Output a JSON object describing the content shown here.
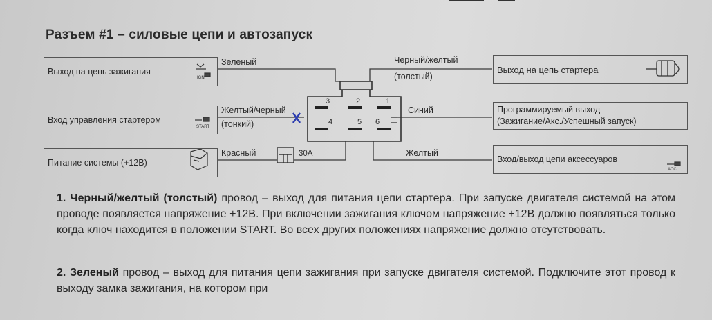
{
  "section_title": "Разъем #1 – силовые цепи и автозапуск",
  "boxes": {
    "ignition_out": "Выход на цепь зажигания",
    "starter_ctrl_in": "Вход управления стартером",
    "power": "Питание системы (+12В)",
    "starter_out": "Выход на цепь стартера",
    "prog_out_1": "Программируемый выход",
    "prog_out_2": "(Зажигание/Акс./Успешный запуск)",
    "acc_out": "Вход/выход цепи аксессуаров"
  },
  "small_labels": {
    "ign": "IGN",
    "start": "START",
    "acc": "ACC"
  },
  "wires": {
    "green": "Зеленый",
    "yellow_black_1": "Желтый/черный",
    "yellow_black_2": "(тонкий)",
    "red": "Красный",
    "fuse": "30А",
    "black_yellow_1": "Черный/желтый",
    "black_yellow_2": "(толстый)",
    "blue": "Синий",
    "yellow": "Желтый"
  },
  "pins": [
    "1",
    "2",
    "3",
    "4",
    "5",
    "6"
  ],
  "paragraphs": [
    {
      "num": "1.",
      "bold": "Черный/желтый (толстый)",
      "text": "провод – выход для питания цепи стартера. При запуске двигателя системой на этом проводе появляется напряжение +12В. При включении зажигания ключом напряжение +12В должно появляться только когда ключ находится в положении START. Во всех других положениях напряжение должно отсутствовать."
    },
    {
      "num": "2.",
      "bold": "Зеленый",
      "text": "провод – выход для питания цепи зажигания при запуске двигателя системой. Подключите этот провод к выходу замка зажигания, на котором при"
    }
  ]
}
